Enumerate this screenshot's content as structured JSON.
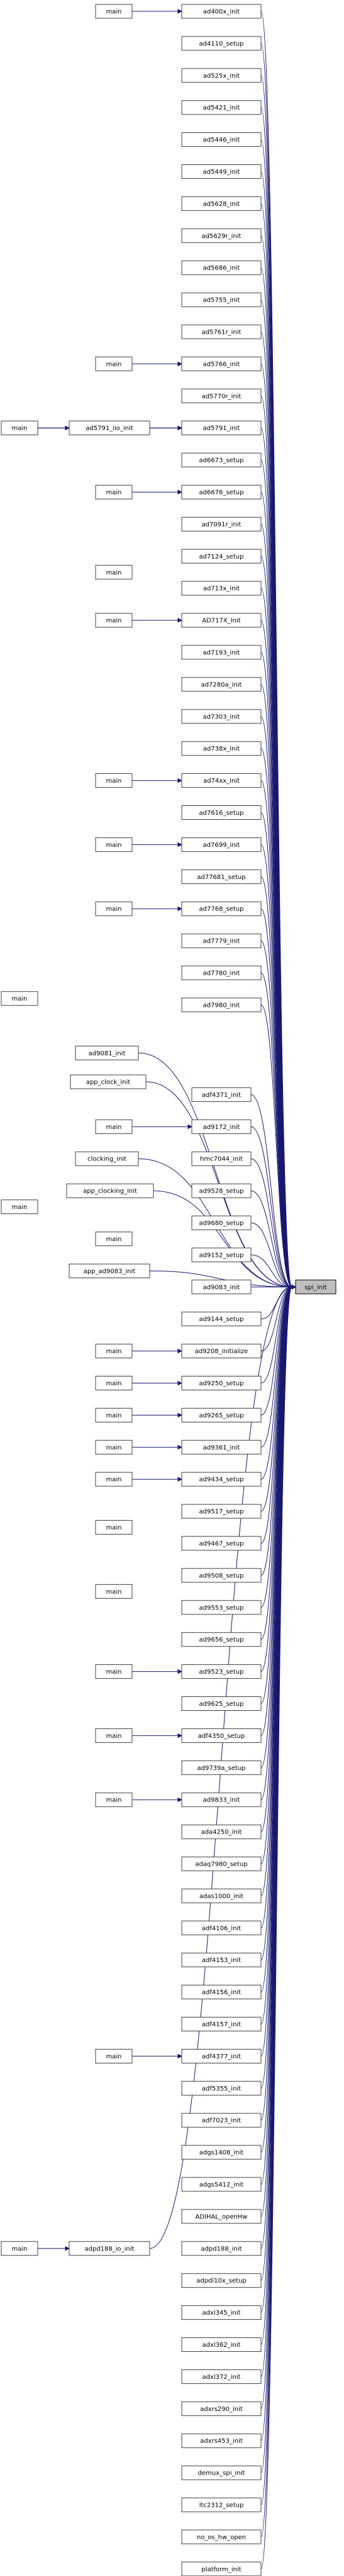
{
  "diagram": {
    "root": "spi_init",
    "callers": [
      "ad400x_init",
      "ad4110_setup",
      "ad525x_init",
      "ad5421_init",
      "ad5446_init",
      "ad5449_init",
      "ad5628_init",
      "ad5629r_init",
      "ad5686_init",
      "ad5755_init",
      "ad5761r_init",
      "ad5766_init",
      "ad5770r_init",
      "ad5791_init",
      "ad6673_setup",
      "ad6676_setup",
      "ad7091r_init",
      "ad7124_setup",
      "ad713x_init",
      "AD717X_Init",
      "ad7193_init",
      "ad7280a_init",
      "ad7303_init",
      "ad738x_init",
      "ad74xx_init",
      "ad7616_setup",
      "ad7699_init",
      "ad77681_setup",
      "ad7768_setup",
      "ad7779_init",
      "ad7780_init",
      "ad7980_init",
      "ad9081_init",
      "app_clock_init",
      "adf4371_init",
      "ad9172_init",
      "clocking_init",
      "hmc7044_init",
      "app_clocking_init",
      "ad9528_setup",
      "ad9680_setup",
      "ad9152_setup",
      "app_ad9083_init",
      "ad9083_init",
      "ad9144_setup",
      "ad9208_initialize",
      "ad9250_setup",
      "ad9265_setup",
      "ad9361_init",
      "ad9434_setup",
      "ad9517_setup",
      "ad9467_setup",
      "ad9508_setup",
      "ad9553_setup",
      "ad9656_setup",
      "ad9523_setup",
      "ad9625_setup",
      "adf4350_setup",
      "ad9739a_setup",
      "ad9833_init",
      "ada4250_init",
      "adaq7980_setup",
      "adas1000_init",
      "adf4106_init",
      "adf4153_init",
      "adf4156_init",
      "adf4157_init",
      "adf4377_init",
      "adf5355_init",
      "adf7023_init",
      "adgs1408_init",
      "adgs5412_init",
      "ADIHAL_openHw",
      "adpd188_io_init",
      "adpd188_init",
      "adpdl10x_setup",
      "adxl345_init",
      "adxl362_init",
      "adxl372_init",
      "adxrs290_init",
      "adxrs453_init",
      "demux_spi_init",
      "ltc2312_setup",
      "no_os_hw_open",
      "platform_init",
      "main",
      "ad5791_iio_init"
    ]
  }
}
